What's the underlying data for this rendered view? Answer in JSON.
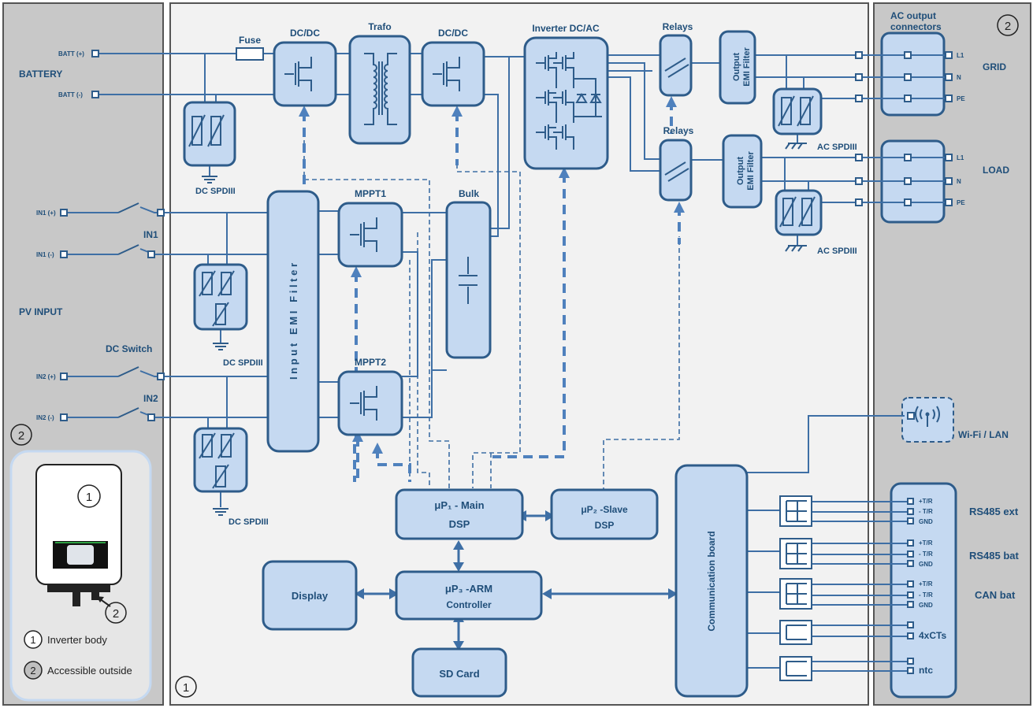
{
  "panels": {
    "battery": "BATTERY",
    "pv_input": "PV INPUT",
    "grid": "GRID",
    "load": "LOAD",
    "ac_output_l1": "AC output",
    "ac_output_l2": "connectors",
    "rs485_ext": "RS485 ext",
    "rs485_bat": "RS485 bat",
    "can_bat": "CAN bat",
    "wifi_lan": "Wi-Fi / LAN",
    "badge_left": "2",
    "badge_right": "2",
    "badge_main": "1"
  },
  "terminals": {
    "batt_plus": "BATT (+)",
    "batt_minus": "BATT (-)",
    "in1_plus": "IN1 (+)",
    "in1_minus": "IN1 (-)",
    "in2_plus": "IN2 (+)",
    "in2_minus": "IN2 (-)",
    "in1": "IN1",
    "in2": "IN2",
    "dc_switch": "DC Switch",
    "l1": "L1",
    "n": "N",
    "pe": "PE",
    "tr_plus": "+T/R",
    "tr_minus": "- T/R",
    "gnd": "GND",
    "cts": "4xCTs",
    "ntc": "ntc"
  },
  "blocks": {
    "fuse": "Fuse",
    "dcdc": "DC/DC",
    "trafo": "Trafo",
    "inverter": "Inverter DC/AC",
    "relays": "Relays",
    "output_filter_1": "Output",
    "output_filter_2": "EMI Filter",
    "mppt1": "MPPT1",
    "mppt2": "MPPT2",
    "bulk": "Bulk",
    "input_filter": "I n p u t   E M I   F i l t e r",
    "dc_spd": "DC SPDIII",
    "ac_spd": "AC SPDIII",
    "up1_line1": "μP₁ - Main",
    "up1_line2": "DSP",
    "up2_line1": "μP₂ -Slave",
    "up2_line2": "DSP",
    "up3_line1": "μP₃ -ARM",
    "up3_line2": "Controller",
    "display": "Display",
    "sd_card": "SD Card",
    "comm_board": "Communication board"
  },
  "legend": {
    "body_num": "1",
    "body_label": "Inverter body",
    "outside_num": "2",
    "outside_label": "Accessible outside",
    "img_num1": "1",
    "img_num2": "2"
  },
  "colors": {
    "panel_gray": "#c8c8c8",
    "block_fill": "#c5d9f1",
    "block_stroke": "#2e5c8a",
    "line": "#3e6fa5",
    "text": "#1f4e79"
  }
}
